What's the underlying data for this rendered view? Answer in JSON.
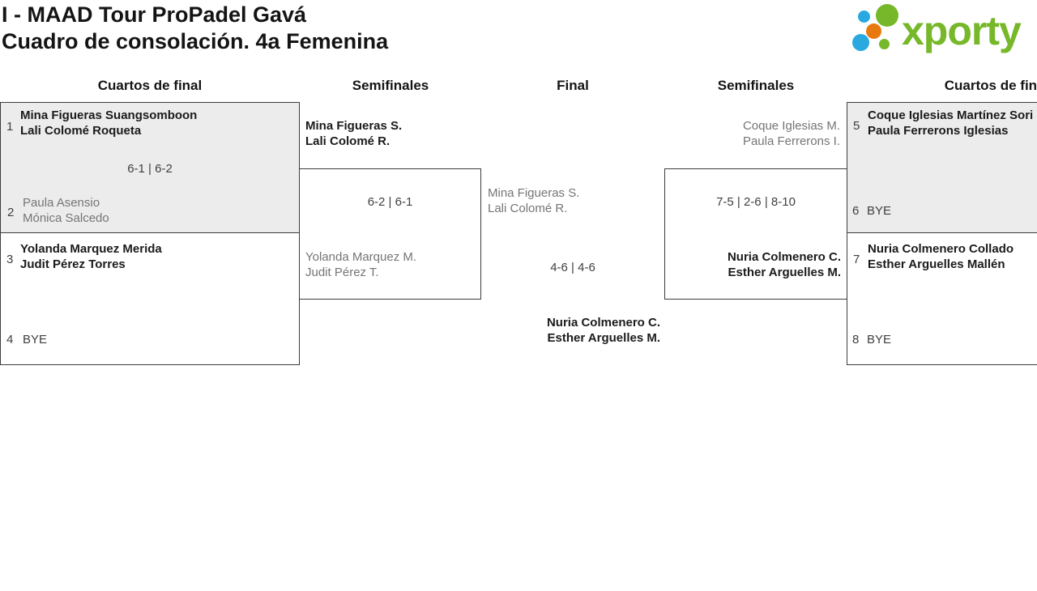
{
  "header": {
    "title_line1": "I - MAAD Tour ProPadel Gavá",
    "title_line2": "Cuadro de consolación. 4a Femenina"
  },
  "logo": {
    "text": "xporty",
    "colors": {
      "green": "#76b82a",
      "blue": "#29a9e0",
      "orange": "#e8790f"
    }
  },
  "round_headers": {
    "left_quarterfinals": "Cuartos de final",
    "left_semifinals": "Semifinales",
    "final": "Final",
    "right_semifinals": "Semifinales",
    "right_quarterfinals": "Cuartos de final"
  },
  "matches": {
    "qf1": {
      "seed_top": "1",
      "team_top": {
        "p1": "Mina Figueras Suangsomboon",
        "p2": "Lali Colomé Roqueta"
      },
      "score": "6-1 | 6-2",
      "seed_bottom": "2",
      "team_bottom": {
        "p1": "Paula Asensio",
        "p2": "Mónica Salcedo"
      }
    },
    "qf2": {
      "seed_top": "3",
      "team_top": {
        "p1": "Yolanda Marquez Merida",
        "p2": "Judit Pérez Torres"
      },
      "seed_bottom": "4",
      "team_bottom_bye": "BYE"
    },
    "sf_left": {
      "team_top": {
        "p1": "Mina Figueras S.",
        "p2": "Lali Colomé R."
      },
      "score": "6-2 | 6-1",
      "team_bottom": {
        "p1": "Yolanda Marquez M.",
        "p2": "Judit Pérez T."
      }
    },
    "final": {
      "team_top": {
        "p1": "Mina Figueras S.",
        "p2": "Lali Colomé R."
      },
      "score": "4-6 | 4-6",
      "team_bottom": {
        "p1": "Nuria Colmenero C.",
        "p2": "Esther Arguelles M."
      }
    },
    "sf_right": {
      "team_top": {
        "p1": "Coque Iglesias M.",
        "p2": "Paula Ferrerons I."
      },
      "score": "7-5 | 2-6 | 8-10",
      "team_bottom": {
        "p1": "Nuria Colmenero C.",
        "p2": "Esther Arguelles M."
      }
    },
    "qf3": {
      "seed_top": "5",
      "team_top": {
        "p1": "Coque Iglesias Martínez Sori",
        "p2": "Paula Ferrerons Iglesias"
      },
      "seed_bottom": "6",
      "team_bottom_bye": "BYE"
    },
    "qf4": {
      "seed_top": "7",
      "team_top": {
        "p1": "Nuria Colmenero Collado",
        "p2": "Esther Arguelles Mallén"
      },
      "seed_bottom": "8",
      "team_bottom_bye": "BYE"
    }
  },
  "colors": {
    "box_fill_gray": "#ececec",
    "box_border": "#3c3c3c",
    "winner_text": "#1b1b1b",
    "loser_text": "#757575"
  }
}
